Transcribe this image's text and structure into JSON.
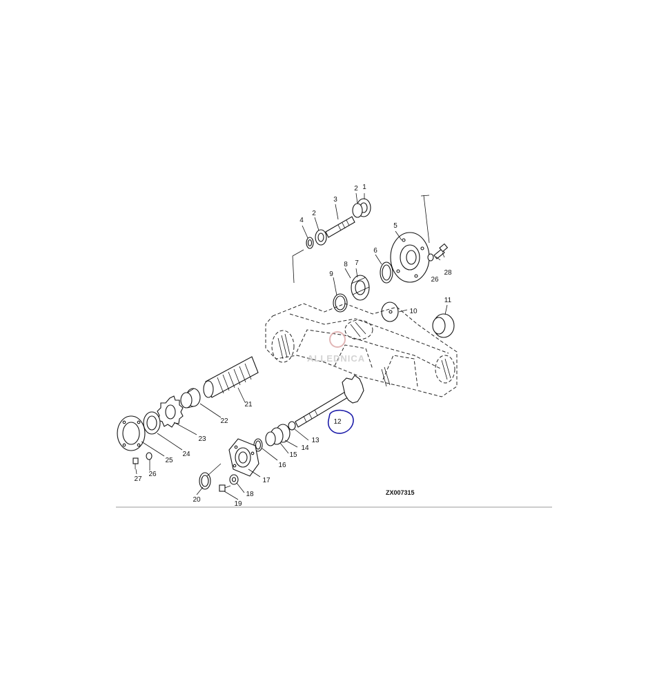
{
  "diagram": {
    "reference_code": "ZX007315",
    "watermark": "ALLEDNICA",
    "highlight_color": "#1a1aa8",
    "highlighted_part": "12",
    "callouts": [
      "1",
      "2",
      "2",
      "3",
      "4",
      "5",
      "6",
      "7",
      "8",
      "9",
      "10",
      "11",
      "12",
      "13",
      "14",
      "15",
      "16",
      "17",
      "18",
      "19",
      "20",
      "21",
      "22",
      "23",
      "24",
      "25",
      "26",
      "26",
      "27",
      "28"
    ]
  }
}
